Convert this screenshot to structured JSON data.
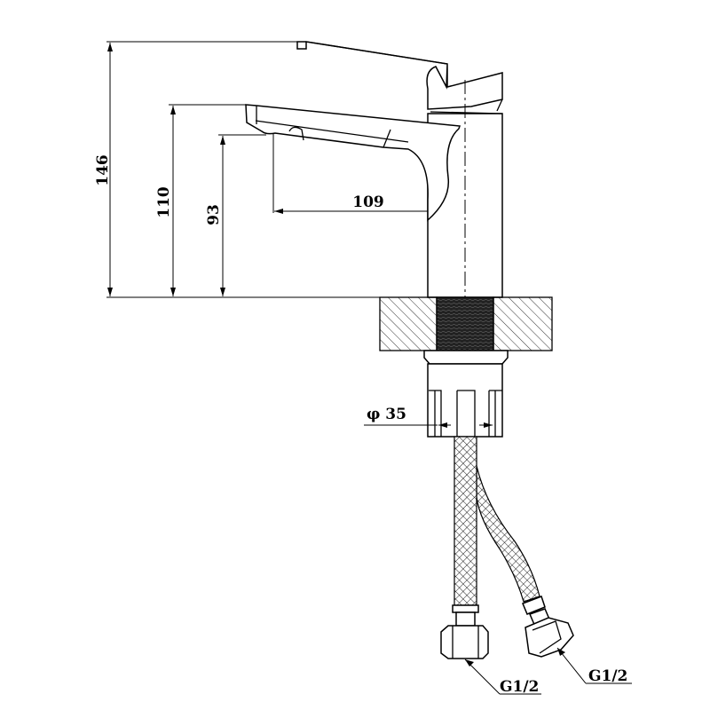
{
  "drawing": {
    "dimensions": {
      "total_height": "146",
      "spout_top_height": "110",
      "spout_outlet_height": "93",
      "spout_reach": "109",
      "shank_diameter": "φ 35"
    },
    "connections": {
      "left_hose_thread": "G1/2",
      "right_hose_thread": "G1/2"
    },
    "colors": {
      "line": "#000000",
      "background": "#ffffff"
    }
  }
}
